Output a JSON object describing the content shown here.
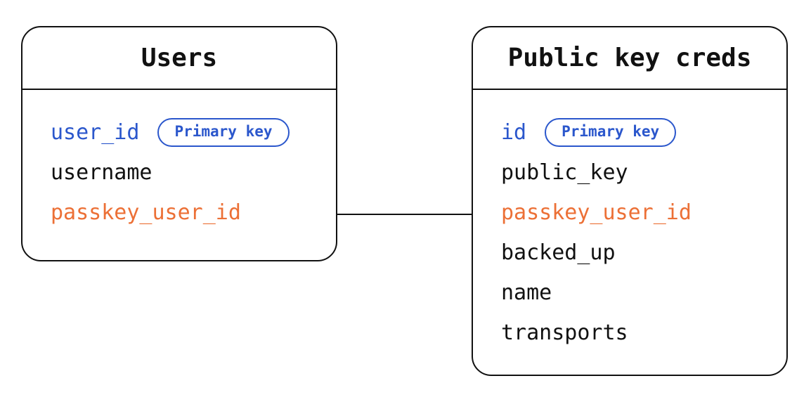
{
  "diagram": {
    "tables": [
      {
        "title": "Users",
        "fields": [
          {
            "name": "user_id",
            "color": "blue",
            "badge": "Primary key"
          },
          {
            "name": "username",
            "color": "black",
            "badge": null
          },
          {
            "name": "passkey_user_id",
            "color": "orange",
            "badge": null
          }
        ]
      },
      {
        "title": "Public key creds",
        "fields": [
          {
            "name": "id",
            "color": "blue",
            "badge": "Primary key"
          },
          {
            "name": "public_key",
            "color": "black",
            "badge": null
          },
          {
            "name": "passkey_user_id",
            "color": "orange",
            "badge": null
          },
          {
            "name": "backed_up",
            "color": "black",
            "badge": null
          },
          {
            "name": "name",
            "color": "black",
            "badge": null
          },
          {
            "name": "transports",
            "color": "black",
            "badge": null
          }
        ]
      }
    ],
    "relationship": {
      "from_table": "Users",
      "from_field": "passkey_user_id",
      "to_table": "Public key creds",
      "to_field": "passkey_user_id"
    },
    "colors": {
      "blue": "#2B57CC",
      "orange": "#EC7036",
      "black": "#111111",
      "border": "#111111",
      "background": "#FFFFFF"
    }
  }
}
